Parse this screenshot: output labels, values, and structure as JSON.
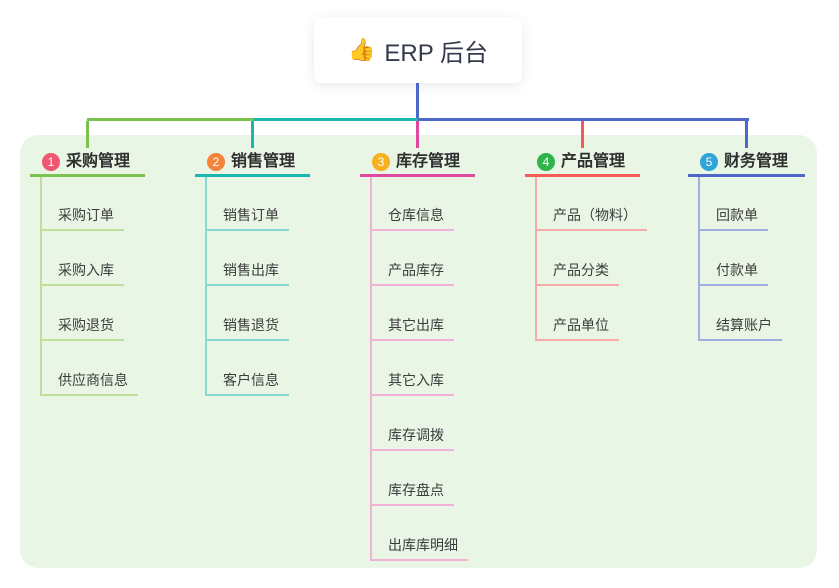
{
  "root": {
    "icon": "👍",
    "icon_name": "thumbs-up-icon",
    "label": "ERP 后台",
    "line_color": "#4d68c6"
  },
  "panel": {
    "background": "#e9f6e5"
  },
  "branches": [
    {
      "num": "1",
      "title": "采购管理",
      "badge_color": "#f25571",
      "line_color": "#7cc24f",
      "sub_line_color": "#bcdf9a",
      "items": [
        "采购订单",
        "采购入库",
        "采购退货",
        "供应商信息"
      ]
    },
    {
      "num": "2",
      "title": "销售管理",
      "badge_color": "#f5833b",
      "line_color": "#18b8af",
      "sub_line_color": "#8bd8d2",
      "items": [
        "销售订单",
        "销售出库",
        "销售退货",
        "客户信息"
      ]
    },
    {
      "num": "3",
      "title": "库存管理",
      "badge_color": "#f8b01f",
      "line_color": "#e0479e",
      "sub_line_color": "#f0b3d6",
      "items": [
        "仓库信息",
        "产品库存",
        "其它出库",
        "其它入库",
        "库存调拨",
        "库存盘点",
        "出库库明细"
      ]
    },
    {
      "num": "4",
      "title": "产品管理",
      "badge_color": "#2fb34a",
      "line_color": "#f45b56",
      "sub_line_color": "#f8aca9",
      "items": [
        "产品（物料）",
        "产品分类",
        "产品单位"
      ]
    },
    {
      "num": "5",
      "title": "财务管理",
      "badge_color": "#2ea4d8",
      "line_color": "#4d68c6",
      "sub_line_color": "#9fb0e0",
      "items": [
        "回款单",
        "付款单",
        "结算账户"
      ]
    }
  ]
}
